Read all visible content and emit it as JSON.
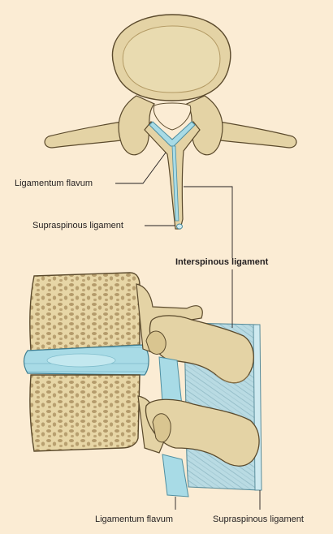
{
  "labels": {
    "lig_flavum_top": "Ligamentum flavum",
    "supraspinous_top": "Supraspinous ligament",
    "interspinous": "Interspinous ligament",
    "lig_flavum_bottom": "Ligamentum flavum",
    "supraspinous_bottom": "Supraspinous ligament"
  },
  "colors": {
    "background": "#fbecd4",
    "bone": "#e4d3a5",
    "bone_outline": "#5b4a2c",
    "cancellous": "#d8c48c",
    "disc": "#a8dbe6",
    "ligament": "#b9dbe3",
    "leader_line": "#231f20"
  }
}
